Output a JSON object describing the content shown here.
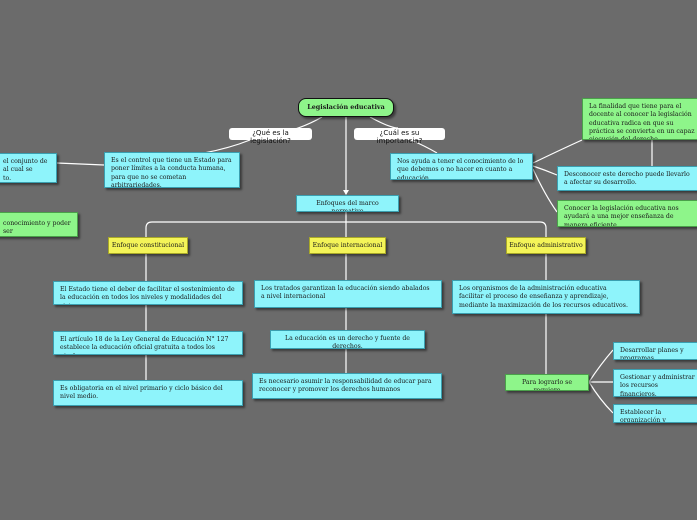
{
  "root": "Legislación educativa",
  "labels": {
    "what": "¿Qué es la legislación?",
    "why": "¿Cuál es su importancia?"
  },
  "left_partial": {
    "definition": "el conjunto de\nal cual se\nto.",
    "green": "conocimiento y poder ser"
  },
  "definition": "Es el control que tiene un Estado para poner límites a la conducta humana, para que no se cometan arbitrariedades.",
  "importance": "Nos ayuda a tener el conocimiento de lo que debemos o no hacer en cuanto a educación.",
  "right_nodes": {
    "finalidad": "La finalidad que tiene para el docente al conocer la legislación educativa radica en que su práctica se convierta en un capaz ejecución del derecho",
    "desconocer": "Desconocer este derecho puede llevarlo a afectar su desarrollo.",
    "conocer": "Conocer la legislación educativa nos ayudará a una mejor enseñanza de manera eficiente."
  },
  "enfoques": "Enfoques del marco normativo",
  "constitucional": {
    "title": "Enfoque constitucional",
    "items": [
      "El Estado tiene el deber de facilitar el sostenimiento de la educación en todos los niveles y modalidades del sistema.",
      "El artículo 18 de la Ley General de Educación N° 127 establece la educación oficial gratuita a todos los niveles.",
      "Es obligatoria en el nivel primario y ciclo básico del nivel medio."
    ]
  },
  "internacional": {
    "title": "Enfoque internacional",
    "items": [
      "Los tratados garantizan la educación siendo abalados a nivel internacional",
      "La educación es un derecho y fuente de derechos.",
      "Es necesario asumir la responsabilidad de educar para reconocer y promover los derechos humanos"
    ]
  },
  "administrativo": {
    "title": "Enfoque administrativo",
    "desc": "Los organismos de la administración educativa facilitar el proceso de enseñanza y aprendizaje, mediante la maximización de los recursos educativos.",
    "logro": "Para lograrlo se requiere",
    "requisitos": [
      "Desarrollar planes y programas",
      "Gestionar y administrar los recursos financieros.",
      "Establecer la organización y"
    ]
  }
}
